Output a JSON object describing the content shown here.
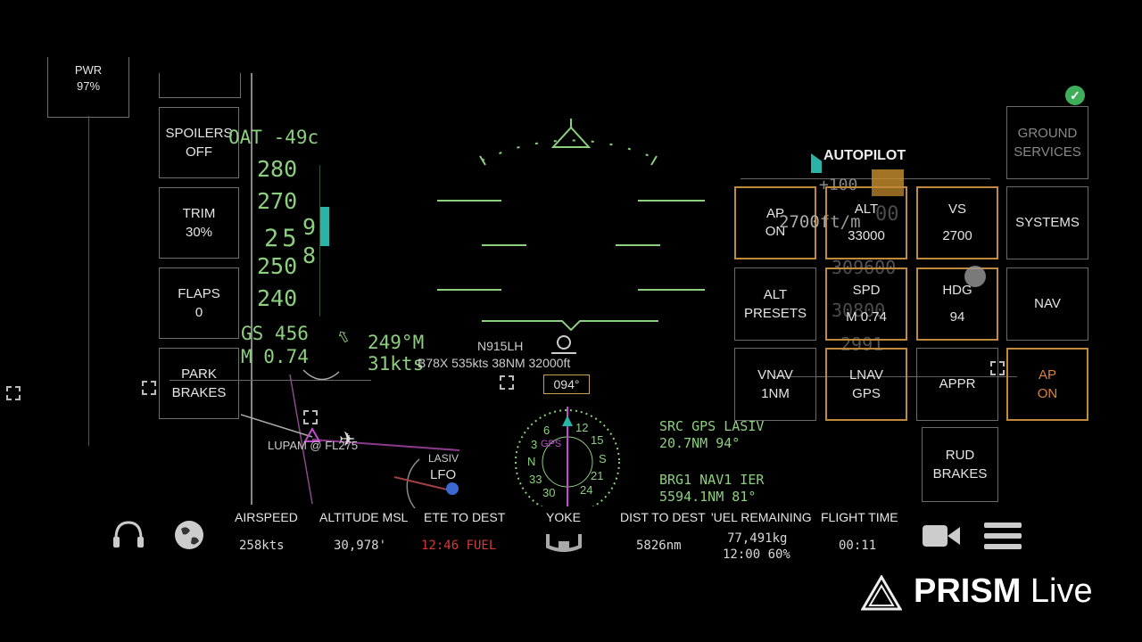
{
  "left_panel": {
    "pwr": {
      "label": "PWR",
      "value": "97%"
    },
    "spoilers": {
      "label": "SPOILERS",
      "value": "OFF"
    },
    "trim": {
      "label": "TRIM",
      "value": "30%"
    },
    "flaps": {
      "label": "FLAPS",
      "value": "0"
    },
    "park_brakes": {
      "line1": "PARK",
      "line2": "BRAKES"
    }
  },
  "hud": {
    "oat": "OAT -49c",
    "speed_tape": [
      "280",
      "270",
      "250",
      "240"
    ],
    "current_speed_main": "25",
    "current_speed_upper": "9",
    "current_speed_lower": "8",
    "gs": "GS 456",
    "mach": "M 0.74",
    "wind_dir": "249°M",
    "wind_speed": "31kts",
    "callsign": "N915LH",
    "traffic": "B78X 535kts 38NM 32000ft",
    "heading_box": "094°",
    "waypoint_label": "LUPAM @ FL275",
    "lasiv_label": "LASIV",
    "lfo_label": "LFO",
    "src": "SRC GPS LASIV",
    "src_dist": "20.7NM 94°",
    "brg": "BRG1 NAV1 IER",
    "brg_dist": "5594.1NM 81°",
    "compass": {
      "n": "N",
      "s": "S",
      "three": "3",
      "six": "6",
      "twelve": "12",
      "fifteen": "15",
      "twentyone": "21",
      "twentyfour": "24",
      "thirty": "30",
      "thirtythree": "33",
      "gps": "GPS"
    }
  },
  "autopilot": {
    "title": "AUTOPILOT",
    "vs_target": "+100",
    "vs_rate": "2700ft/m",
    "alt_tape": [
      "00",
      "309600",
      "30800",
      "2991"
    ],
    "buttons": [
      {
        "id": "ap",
        "line1": "AP",
        "line2": "ON"
      },
      {
        "id": "alt",
        "line1": "ALT",
        "line2": "33000"
      },
      {
        "id": "vs",
        "line1": "VS",
        "line2": "2700"
      },
      {
        "id": "alt_presets",
        "line1": "ALT",
        "line2": "PRESETS"
      },
      {
        "id": "spd",
        "line1": "SPD",
        "line2": "M 0.74"
      },
      {
        "id": "hdg",
        "line1": "HDG",
        "line2": "94"
      },
      {
        "id": "vnav",
        "line1": "VNAV",
        "line2": "1NM"
      },
      {
        "id": "lnav",
        "line1": "LNAV",
        "line2": "GPS"
      },
      {
        "id": "appr",
        "line1": "APPR",
        "line2": ""
      },
      {
        "id": "ap2",
        "line1": "AP",
        "line2": "ON"
      }
    ]
  },
  "side_buttons": {
    "ground_services": {
      "line1": "GROUND",
      "line2": "SERVICES"
    },
    "systems": "SYSTEMS",
    "nav": "NAV",
    "rud_brakes": {
      "line1": "RUD",
      "line2": "BRAKES"
    }
  },
  "bottom_bar": {
    "airspeed": {
      "label": "AIRSPEED",
      "value": "258kts"
    },
    "altitude": {
      "label": "ALTITUDE MSL",
      "value": "30,978'"
    },
    "ete": {
      "label": "ETE TO DEST",
      "value": "12:46 FUEL"
    },
    "yoke": {
      "label": "YOKE"
    },
    "dist": {
      "label": "DIST TO DEST",
      "value": "5826nm"
    },
    "fuel": {
      "label": "'UEL REMAINING",
      "value1": "77,491kg",
      "value2": "12:00 60%"
    },
    "flight_time": {
      "label": "FLIGHT TIME",
      "value": "00:11"
    }
  },
  "watermark": {
    "brand": "PRISM",
    "suffix": "Live"
  },
  "colors": {
    "hud_green": "#8ccf7e",
    "amber": "#c08a3c",
    "cyan": "#2ab3a6",
    "magenta": "#c44bd0",
    "fuel_red": "#d23a3a"
  }
}
